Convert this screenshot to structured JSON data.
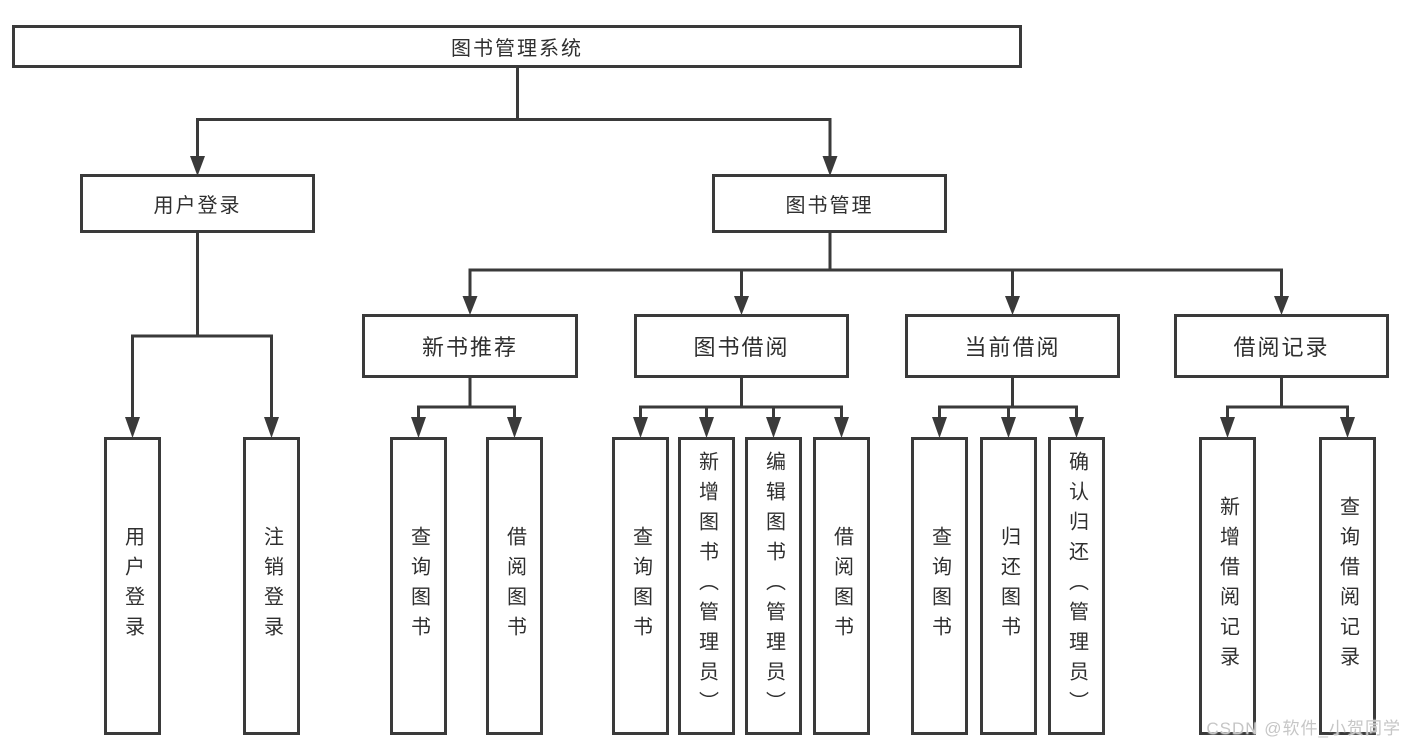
{
  "tree": {
    "label": "图书管理系统",
    "children": [
      {
        "label": "用户登录",
        "children": [
          {
            "label": "用户登录"
          },
          {
            "label": "注销登录"
          }
        ]
      },
      {
        "label": "图书管理",
        "children": [
          {
            "label": "新书推荐",
            "children": [
              {
                "label": "查询图书"
              },
              {
                "label": "借阅图书"
              }
            ]
          },
          {
            "label": "图书借阅",
            "children": [
              {
                "label": "查询图书"
              },
              {
                "label": "新增图书（管理员）"
              },
              {
                "label": "编辑图书（管理员）"
              },
              {
                "label": "借阅图书"
              }
            ]
          },
          {
            "label": "当前借阅",
            "children": [
              {
                "label": "查询图书"
              },
              {
                "label": "归还图书"
              },
              {
                "label": "确认归还（管理员）"
              }
            ]
          },
          {
            "label": "借阅记录",
            "children": [
              {
                "label": "新增借阅记录"
              },
              {
                "label": "查询借阅记录"
              }
            ]
          }
        ]
      }
    ]
  },
  "watermark": {
    "text": "CSDN @软件_小贺同学"
  },
  "colors": {
    "line": "#3a3a3a",
    "text": "#2f2f2f",
    "box_background": "#ffffff",
    "watermark": "#c6c6c6",
    "page_background": "#ffffff"
  }
}
